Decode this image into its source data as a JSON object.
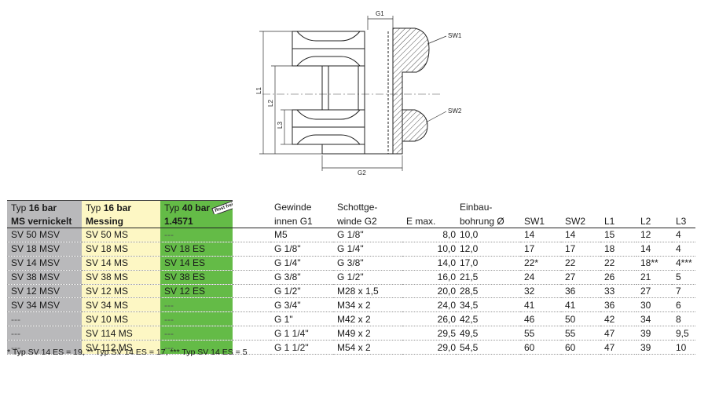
{
  "drawing": {
    "labels": {
      "g1": "G1",
      "g2": "G2",
      "sw1": "SW1",
      "sw2": "SW2",
      "l1": "L1",
      "l2": "L2",
      "l3": "L3"
    }
  },
  "table": {
    "header": {
      "col1_line1_prefix": "Typ",
      "col1_line1_bold": "16 bar",
      "col1_line2": "MS vernickelt",
      "col2_line1_prefix": "Typ",
      "col2_line1_bold": "16 bar",
      "col2_line2": "Messing",
      "col3_line1_prefix": "Typ",
      "col3_line1_bold": "40 bar",
      "col3_line2": "1.4571",
      "badge": "Rost frei",
      "gewinde_line1": "Gewinde",
      "gewinde_line2": "innen G1",
      "schott_line1": "Schottge-",
      "schott_line2": "winde G2",
      "emax": "E max.",
      "einbau_line1": "Einbau-",
      "einbau_line2": "bohrung Ø",
      "sw1": "SW1",
      "sw2": "SW2",
      "l1": "L1",
      "l2": "L2",
      "l3": "L3"
    },
    "rows": [
      {
        "msv": "SV 50 MSV",
        "ms": "SV 50 MS",
        "es": "---",
        "g1": "M5",
        "g2": "G 1/8\"",
        "emax": "8,0",
        "bohrung": "10,0",
        "sw1": "14",
        "sw2": "14",
        "l1": "15",
        "l2": "12",
        "l3": "4"
      },
      {
        "msv": "SV 18 MSV",
        "ms": "SV 18 MS",
        "es": "SV 18 ES",
        "g1": "G 1/8\"",
        "g2": "G 1/4\"",
        "emax": "10,0",
        "bohrung": "12,0",
        "sw1": "17",
        "sw2": "17",
        "l1": "18",
        "l2": "14",
        "l3": "4"
      },
      {
        "msv": "SV 14 MSV",
        "ms": "SV 14 MS",
        "es": "SV 14 ES",
        "g1": "G 1/4\"",
        "g2": "G 3/8\"",
        "emax": "14,0",
        "bohrung": "17,0",
        "sw1": "22*",
        "sw2": "22",
        "l1": "22",
        "l2": "18**",
        "l3": "4***"
      },
      {
        "msv": "SV 38 MSV",
        "ms": "SV 38 MS",
        "es": "SV 38 ES",
        "g1": "G 3/8\"",
        "g2": "G 1/2\"",
        "emax": "16,0",
        "bohrung": "21,5",
        "sw1": "24",
        "sw2": "27",
        "l1": "26",
        "l2": "21",
        "l3": "5"
      },
      {
        "msv": "SV 12 MSV",
        "ms": "SV 12 MS",
        "es": "SV 12 ES",
        "g1": "G 1/2\"",
        "g2": "M28 x 1,5",
        "emax": "20,0",
        "bohrung": "28,5",
        "sw1": "32",
        "sw2": "36",
        "l1": "33",
        "l2": "27",
        "l3": "7"
      },
      {
        "msv": "SV 34 MSV",
        "ms": "SV 34 MS",
        "es": "---",
        "g1": "G 3/4\"",
        "g2": "M34 x 2",
        "emax": "24,0",
        "bohrung": "34,5",
        "sw1": "41",
        "sw2": "41",
        "l1": "36",
        "l2": "30",
        "l3": "6"
      },
      {
        "msv": "---",
        "ms": "SV 10 MS",
        "es": "---",
        "g1": "G 1\"",
        "g2": "M42 x 2",
        "emax": "26,0",
        "bohrung": "42,5",
        "sw1": "46",
        "sw2": "50",
        "l1": "42",
        "l2": "34",
        "l3": "8"
      },
      {
        "msv": "---",
        "ms": "SV 114 MS",
        "es": "---",
        "g1": "G 1 1/4\"",
        "g2": "M49 x 2",
        "emax": "29,5",
        "bohrung": "49,5",
        "sw1": "55",
        "sw2": "55",
        "l1": "47",
        "l2": "39",
        "l3": "9,5"
      },
      {
        "msv": "---",
        "ms": "SV 112 MS",
        "es": "---",
        "g1": "G 1 1/2\"",
        "g2": "M54 x 2",
        "emax": "29,0",
        "bohrung": "54,5",
        "sw1": "60",
        "sw2": "60",
        "l1": "47",
        "l2": "39",
        "l3": "10"
      }
    ]
  },
  "footnote": "* Typ SV 14 ES = 19, ** Typ SV 14 ES = 17, *** Typ SV 14 ES = 5",
  "colors": {
    "grey_column": "#b9b9bb",
    "yellow_column": "#fdf7c4",
    "green_column": "#64bb47"
  }
}
